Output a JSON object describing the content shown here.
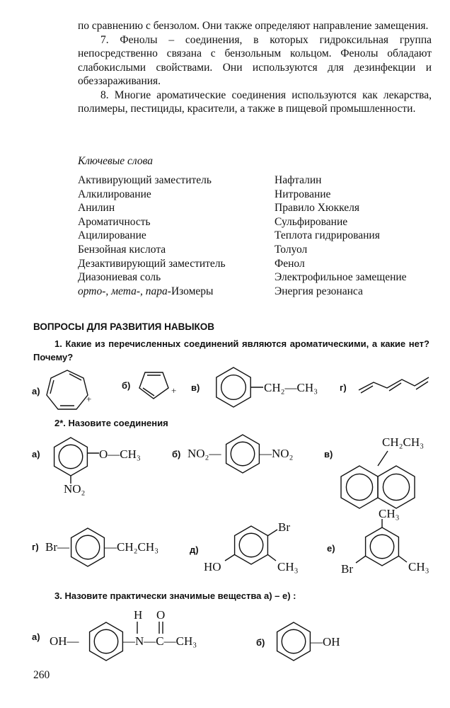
{
  "intro": {
    "line1": "по сравнению с бензолом. Они также определяют направление замещения.",
    "p7": "7. Фенолы – соединения, в которых гидроксильная группа непосредственно связана с бензольным кольцом. Фенолы обладают слабокислыми свойствами. Они используются для дезинфекции и обеззараживания.",
    "p8": "8. Многие ароматические соединения используются как лекарства, полимеры, пестициды, красители, а также в пищевой промышленности."
  },
  "keywords": {
    "title": "Ключевые слова",
    "left": [
      "Активирующий заместитель",
      "Алкилирование",
      "Анилин",
      "Ароматичность",
      "Ацилирование",
      "Бензойная кислота",
      "Дезактивирующий заместитель",
      "Диазониевая соль",
      "орто-, мета-, пара-Изомеры"
    ],
    "right": [
      "Нафталин",
      "Нитрование",
      "Правило Хюккеля",
      "Сульфирование",
      "Теплота гидрирования",
      "Толуол",
      "Фенол",
      "Электрофильное замещение",
      "Энергия резонанса"
    ]
  },
  "section_title": "ВОПРОСЫ ДЛЯ РАЗВИТИЯ НАВЫКОВ",
  "q1": {
    "text": "1. Какие из перечисленных соединений являются ароматическими, а какие нет? Почему?",
    "labels": [
      "а)",
      "б)",
      "в)",
      "г)"
    ],
    "plus": "+",
    "v_sub": "CH₂—CH₃"
  },
  "q2": {
    "text": "2*. Назовите соединения",
    "labels": [
      "а)",
      "б)",
      "в)",
      "г)",
      "д)",
      "е)"
    ],
    "a_och3": "O—CH₃",
    "a_no2": "NO₂",
    "b_left": "NO₂—",
    "b_right": "—NO₂",
    "v_et": "CH₂CH₃",
    "g_br": "Br—",
    "g_et": "—CH₂CH₃",
    "d_br": "Br",
    "d_ho": "HO",
    "d_ch3": "CH₃",
    "e_ch3_top": "CH₃",
    "e_br": "Br",
    "e_ch3_right": "CH₃"
  },
  "q3": {
    "text": "3. Назовите практически значимые вещества а) – е) :",
    "labels": [
      "а)",
      "б)"
    ],
    "a_oh": "OH—",
    "a_chain": "—N—C—CH₃",
    "a_h": "H",
    "a_o": "O",
    "b_oh": "—OH"
  },
  "page_number": "260"
}
